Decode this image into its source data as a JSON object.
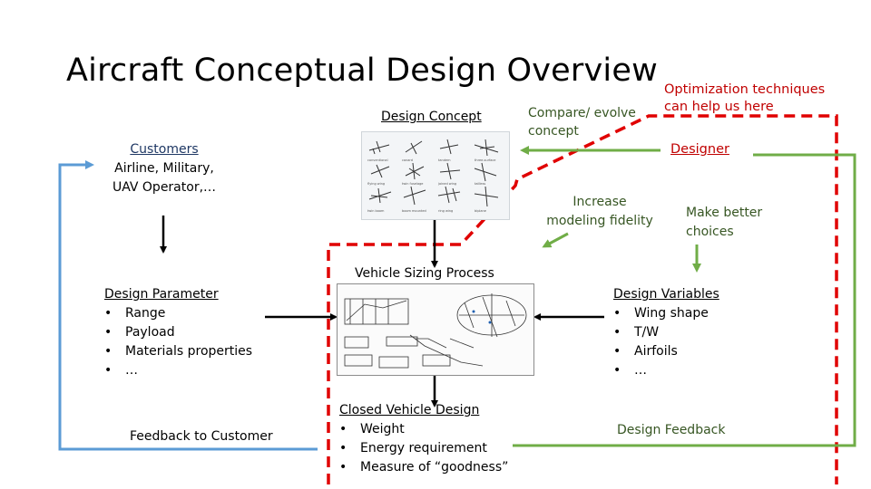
{
  "title": "Aircraft Conceptual Design Overview",
  "optimization_note": [
    "Optimization techniques",
    "can help us here"
  ],
  "design_concept_label": "Design Concept",
  "compare_evolve": [
    "Compare/ evolve",
    "concept"
  ],
  "designer_label": "Designer",
  "customers": {
    "heading": "Customers",
    "lines": [
      "Airline, Military,",
      "UAV Operator,…"
    ]
  },
  "increase_fidelity": [
    "Increase",
    "modeling fidelity"
  ],
  "make_better": [
    "Make better",
    "choices"
  ],
  "vehicle_sizing_label": "Vehicle Sizing Process",
  "design_parameter": {
    "heading": "Design Parameter",
    "items": [
      "Range",
      "Payload",
      "Materials properties",
      "…"
    ]
  },
  "design_variables": {
    "heading": "Design Variables",
    "items": [
      "Wing shape",
      "T/W",
      "Airfoils",
      "…"
    ]
  },
  "feedback_to_customer": "Feedback to Customer",
  "closed_vehicle_design": {
    "heading": "Closed Vehicle Design",
    "items": [
      "Weight",
      "Energy requirement",
      "Measure of “goodness”"
    ]
  },
  "design_feedback": "Design Feedback",
  "colors": {
    "red": "#e00000",
    "green": "#70ad47",
    "blue": "#5b9bd5",
    "black": "#000000",
    "note_red": "#c00000"
  },
  "icons": [
    "aircraft-sketch-grid",
    "sizing-process-sketch"
  ]
}
